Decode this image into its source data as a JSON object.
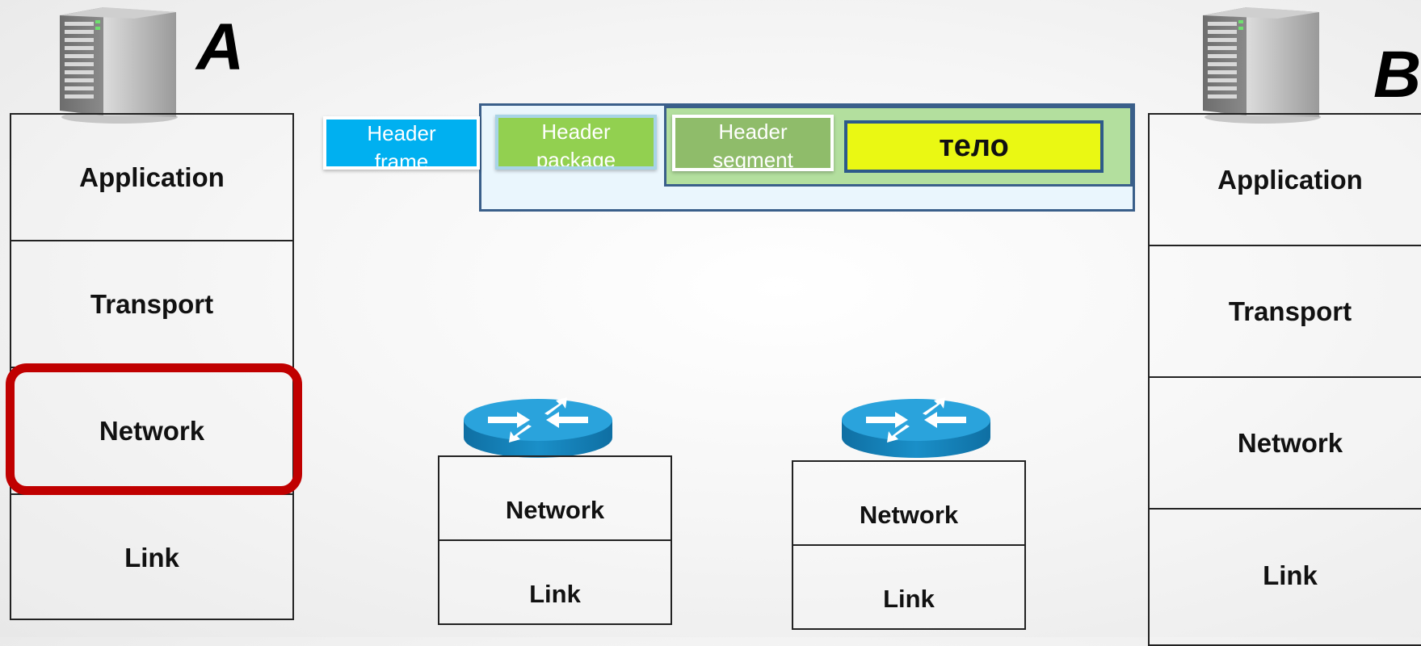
{
  "hosts": {
    "a": {
      "letter": "A",
      "layers": [
        "Application",
        "Transport",
        "Network",
        "Link"
      ]
    },
    "b": {
      "letter": "B",
      "layers": [
        "Application",
        "Transport",
        "Network",
        "Link"
      ]
    }
  },
  "routers": [
    {
      "layers": [
        "Network",
        "Link"
      ]
    },
    {
      "layers": [
        "Network",
        "Link"
      ]
    }
  ],
  "packet": {
    "frame_header": "Header frame",
    "package_header": "Header package",
    "segment_header": "Header segment",
    "body": "тело"
  },
  "colors": {
    "frame_header": "#00b0f0",
    "package_header": "#92d050",
    "segment_header": "#8fbc6a",
    "body": "#eaf813",
    "highlight": "#c00000",
    "router": "#1a8fc8"
  },
  "highlighted_layer": "Network"
}
